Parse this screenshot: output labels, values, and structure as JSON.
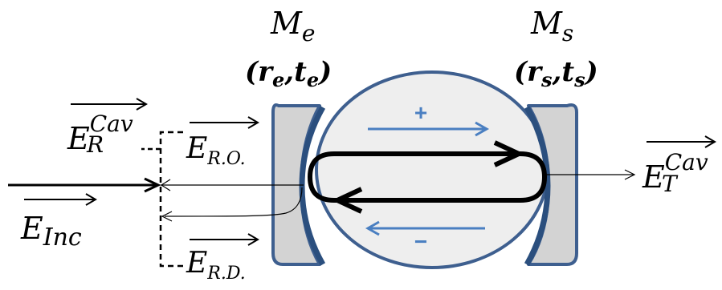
{
  "mirrors": {
    "entry": {
      "name_base": "M",
      "name_sub": "e",
      "coef_open": "(r",
      "coef_sub1": "e",
      "coef_mid": ",t",
      "coef_sub2": "e",
      "coef_close": ")"
    },
    "exit": {
      "name_base": "M",
      "name_sub": "s",
      "coef_open": "(r",
      "coef_sub1": "s",
      "coef_mid": ",t",
      "coef_sub2": "s",
      "coef_close": ")"
    }
  },
  "fields": {
    "reflected_cavity": {
      "base": "E",
      "sub": "R",
      "sup": "Cav"
    },
    "incident": {
      "base": "E",
      "sub": "Inc"
    },
    "reflected_ro": {
      "base": "E",
      "sub": "R.O."
    },
    "reflected_rd": {
      "base": "E",
      "sub": "R.D."
    },
    "transmitted_cavity": {
      "base": "E",
      "sub": "T",
      "sup": "Cav"
    }
  },
  "cavity_signs": {
    "top": "+",
    "bottom": "−"
  },
  "colors": {
    "mirror_fill": "#d3d3d3",
    "mirror_stroke": "#3e5f8f",
    "cavity_fill": "#eeeeee",
    "cavity_stroke": "#3e5f8f",
    "sign_color": "#4a7fc1",
    "loop_color": "#000000"
  }
}
